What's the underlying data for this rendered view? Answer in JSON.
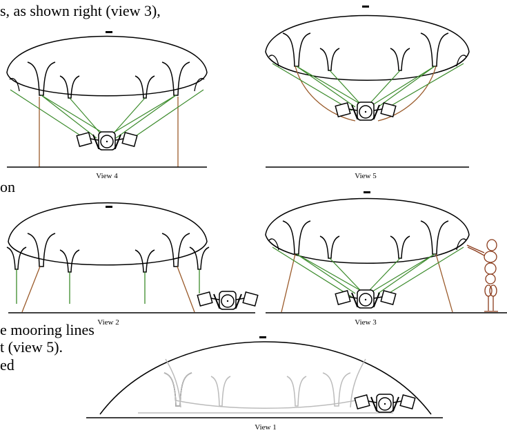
{
  "text_fragments": {
    "top_right": "s, as shown right (view 3),",
    "middle_left": "on",
    "bottom_1": "e mooring lines",
    "bottom_2": "t (view 5).",
    "bottom_3": "ed"
  },
  "captions": {
    "view4": "View 4",
    "view5": "View 5",
    "view2": "View 2",
    "view3": "View 3",
    "view1": "View 1"
  },
  "colors": {
    "outline": "#000000",
    "green_line": "#3a8a2a",
    "brown_line": "#9a5a2a",
    "figure": "#8a3a1a",
    "grey_view1": "#bbbbbb"
  }
}
